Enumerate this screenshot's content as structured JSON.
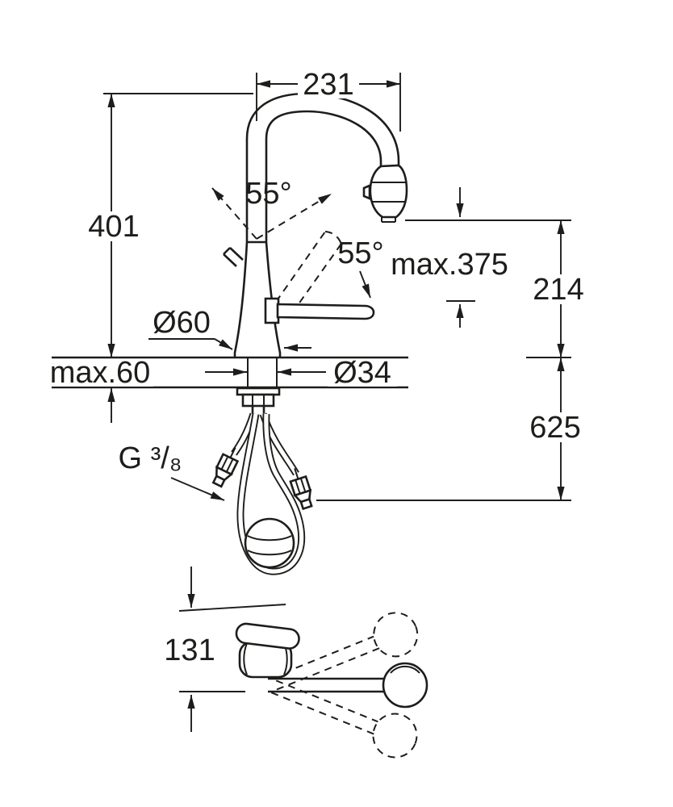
{
  "drawing": {
    "background_color": "#ffffff",
    "line_color": "#1d1d1b",
    "dimensions": {
      "spout_reach": "231",
      "overall_height": "401",
      "swivel_angle": "55°",
      "lever_angle": "55°",
      "max_outlet_height": "max.375",
      "outlet_height": "214",
      "base_diameter": "Ø60",
      "max_counter_thickness": "max.60",
      "hole_diameter": "Ø34",
      "hose_length": "625",
      "connection_thread": "G ³/₈",
      "plan_height": "131"
    }
  }
}
